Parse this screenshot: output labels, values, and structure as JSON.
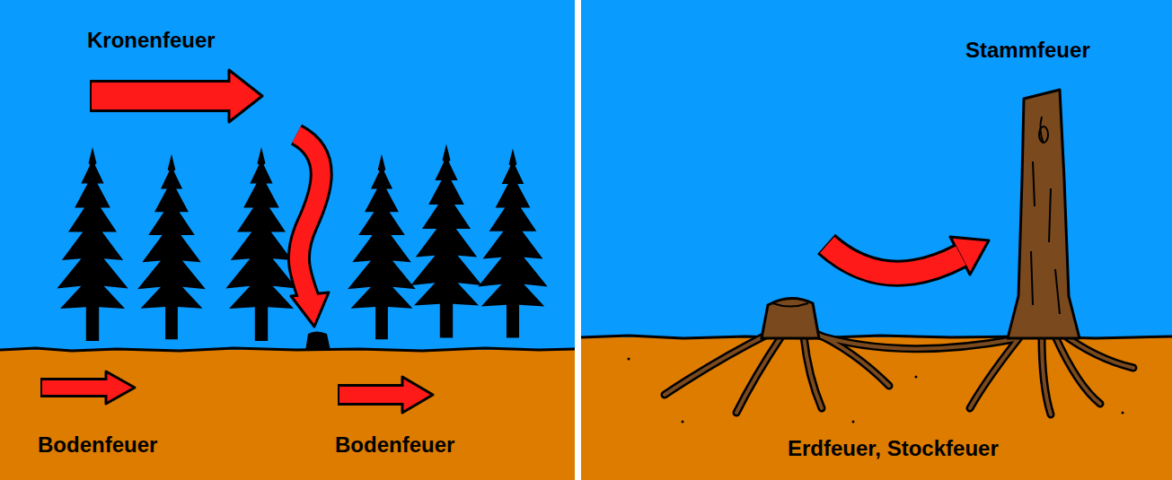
{
  "diagram": {
    "labels": [
      "Kronenfeuer",
      "Bodenfeuer",
      "Bodenfeuer",
      "Stammfeuer",
      "Erdfeuer, Stockfeuer"
    ]
  }
}
